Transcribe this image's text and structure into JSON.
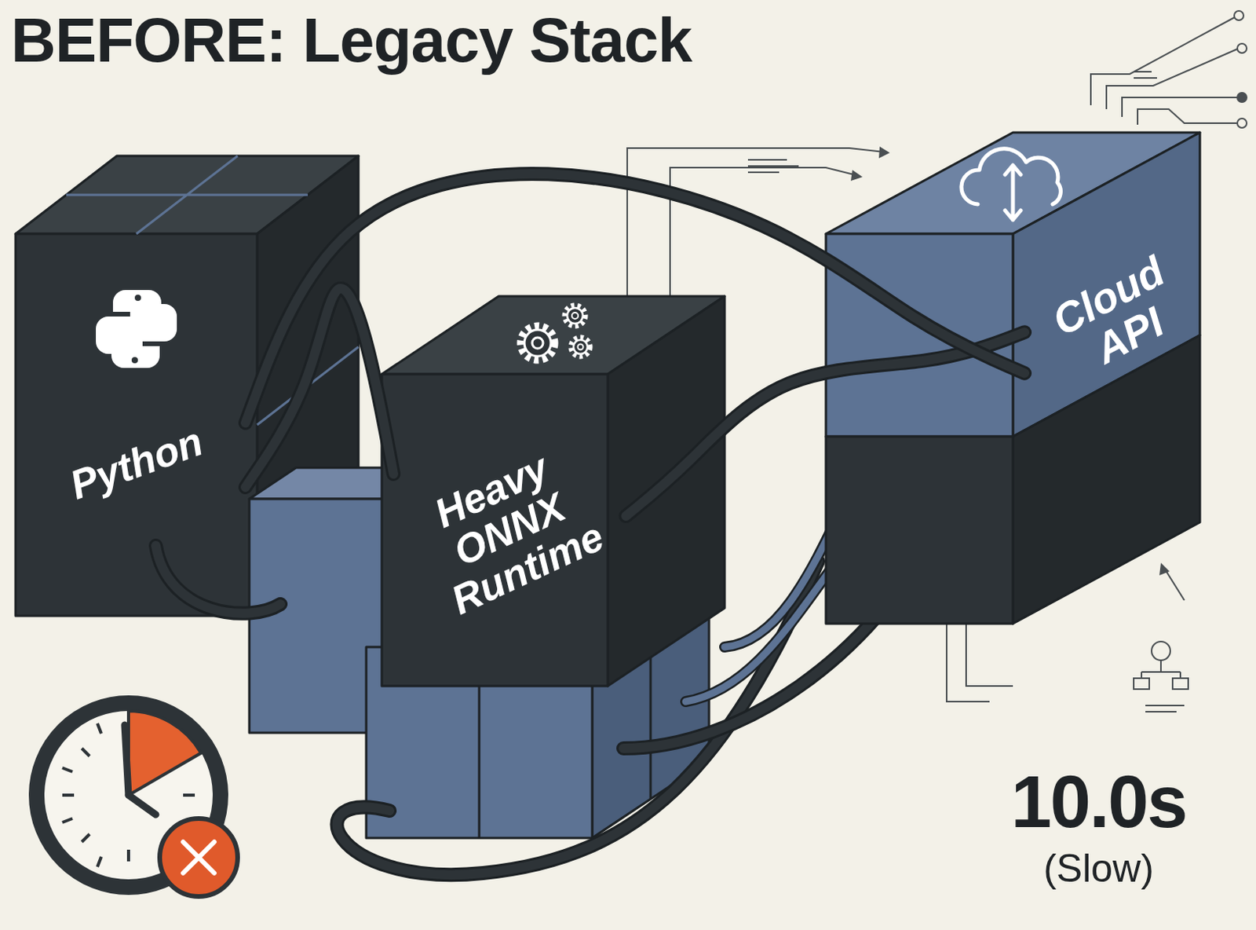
{
  "diagram": {
    "title": "BEFORE: Legacy Stack",
    "nodes": [
      {
        "text": [
          "Python"
        ]
      },
      {
        "text": [
          "Heavy ONNX Runtime"
        ]
      },
      {
        "text": [
          "Cloud API"
        ]
      }
    ],
    "edges": [
      {
        "from": 0,
        "to": 1,
        "arrow": "none"
      },
      {
        "from": 1,
        "to": 2,
        "arrow": "none"
      },
      {
        "from": 0,
        "to": 2,
        "arrow": "none"
      }
    ],
    "labels": [
      "10.0s",
      "(Slow)"
    ]
  }
}
